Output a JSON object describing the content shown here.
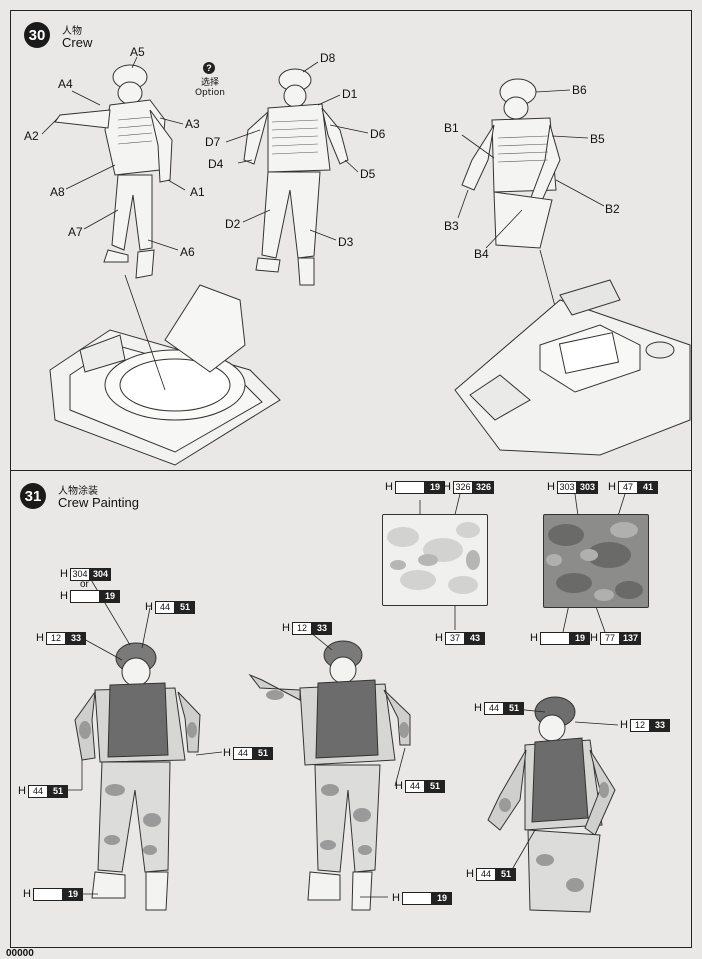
{
  "step30": {
    "number": "30",
    "title_cn": "人物",
    "title_en": "Crew",
    "option_icon": "?",
    "option_cn": "选择",
    "option_en": "Option",
    "figure_a_parts": [
      "A5",
      "A4",
      "A2",
      "A3",
      "A8",
      "A1",
      "A7",
      "A6"
    ],
    "figure_d_parts": [
      "D8",
      "D1",
      "D7",
      "D6",
      "D4",
      "D5",
      "D2",
      "D3"
    ],
    "figure_b_parts": [
      "B6",
      "B1",
      "B5",
      "B3",
      "B2",
      "B4"
    ]
  },
  "step31": {
    "number": "31",
    "title_cn": "人物涂装",
    "title_en": "Crew Painting",
    "or_text": "or",
    "paint_callouts": [
      {
        "h": "H",
        "code": "304",
        "num": "304"
      },
      {
        "h": "H",
        "code": "",
        "num": "19"
      },
      {
        "h": "H",
        "code": "44",
        "num": "51"
      },
      {
        "h": "H",
        "code": "12",
        "num": "33"
      },
      {
        "h": "H",
        "code": "44",
        "num": "51"
      },
      {
        "h": "H",
        "code": "44",
        "num": "51"
      },
      {
        "h": "H",
        "code": "",
        "num": "19"
      },
      {
        "h": "H",
        "code": "12",
        "num": "33"
      },
      {
        "h": "H",
        "code": "44",
        "num": "51"
      },
      {
        "h": "H",
        "code": "",
        "num": "19"
      },
      {
        "h": "H",
        "code": "44",
        "num": "51"
      },
      {
        "h": "H",
        "code": "12",
        "num": "33"
      },
      {
        "h": "H",
        "code": "44",
        "num": "51"
      },
      {
        "h": "H",
        "code": "",
        "num": "19"
      },
      {
        "h": "H",
        "code": "326",
        "num": "326"
      },
      {
        "h": "H",
        "code": "37",
        "num": "43"
      },
      {
        "h": "H",
        "code": "303",
        "num": "303"
      },
      {
        "h": "H",
        "code": "47",
        "num": "41"
      },
      {
        "h": "H",
        "code": "",
        "num": "19"
      },
      {
        "h": "H",
        "code": "77",
        "num": "137"
      }
    ]
  },
  "footer": {
    "code": "00000"
  }
}
